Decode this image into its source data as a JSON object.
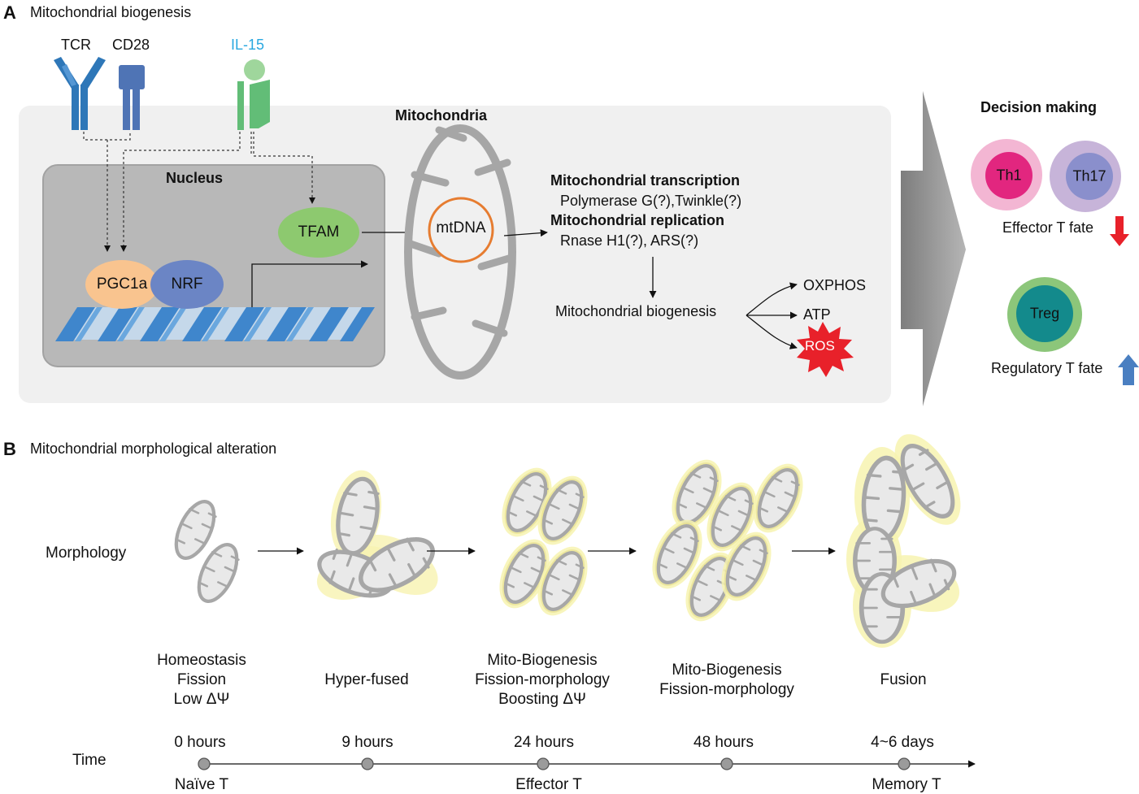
{
  "panel_a": {
    "letter": "A",
    "title": "Mitochondrial biogenesis",
    "receptors": {
      "tcr": "TCR",
      "cd28": "CD28",
      "il15": "IL-15"
    },
    "nucleus_label": "Nucleus",
    "mitochondria_label": "Mitochondria",
    "tfam": "TFAM",
    "pgc1a": "PGC1a",
    "nrf": "NRF",
    "mtdna": "mtDNA",
    "transcription_title": "Mitochondrial transcription",
    "transcription_detail": "Polymerase G(?),Twinkle(?)",
    "replication_title": "Mitochondrial replication",
    "replication_detail": "Rnase H1(?), ARS(?)",
    "biogenesis": "Mitochondrial biogenesis",
    "outputs": {
      "oxphos": "OXPHOS",
      "atp": "ATP",
      "ros": "ROS"
    },
    "decision_title": "Decision making",
    "cells": {
      "th1": "Th1",
      "th17": "Th17",
      "treg": "Treg"
    },
    "effector_fate": "Effector T fate",
    "regulatory_fate": "Regulatory T fate",
    "colors": {
      "tcr": "#2e77b8",
      "cd28": "#4f74b5",
      "il15": "#62bd77",
      "il15_text": "#29a8e0",
      "tfam": "#8dc96f",
      "pgc1a": "#f9c48f",
      "nrf": "#6b85c5",
      "ros": "#e8212a",
      "down_arrow": "#e8212a",
      "up_arrow": "#4a7fc1"
    }
  },
  "panel_b": {
    "letter": "B",
    "title": "Mitochondrial morphological alteration",
    "morphology_label": "Morphology",
    "time_label": "Time",
    "stages": [
      {
        "lines": [
          "Homeostasis",
          "Fission",
          "Low ΔΨ"
        ],
        "time": "0 hours",
        "cell": "Naïve T"
      },
      {
        "lines": [
          "Hyper-fused"
        ],
        "time": "9 hours",
        "cell": ""
      },
      {
        "lines": [
          "Mito-Biogenesis",
          "Fission-morphology",
          "Boosting ΔΨ"
        ],
        "time": "24 hours",
        "cell": "Effector T"
      },
      {
        "lines": [
          "Mito-Biogenesis",
          "Fission-morphology"
        ],
        "time": "48 hours",
        "cell": ""
      },
      {
        "lines": [
          "Fusion"
        ],
        "time": "4~6 days",
        "cell": "Memory T"
      }
    ]
  }
}
